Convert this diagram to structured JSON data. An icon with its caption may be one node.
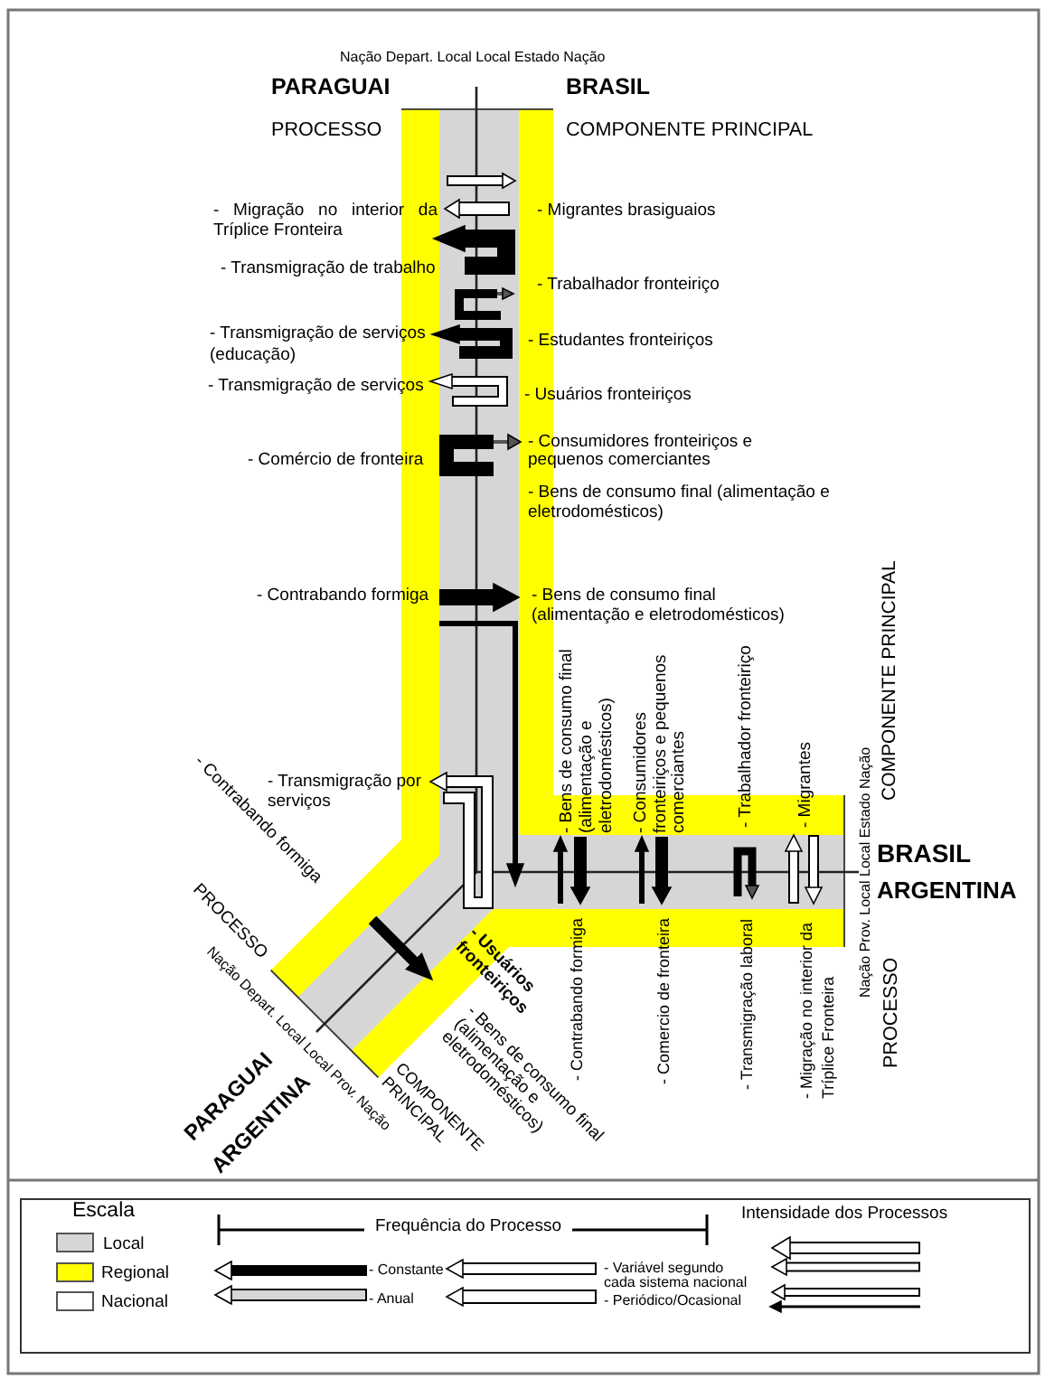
{
  "diagram": {
    "labels": [
      "Nação Depart. Local Local Estado Nação",
      "PARAGUAI",
      "BRASIL",
      "PROCESSO",
      "COMPONENTE PRINCIPAL",
      "- Migração no interior da Tríplice Fronteira",
      "- Migrantes brasiguaios",
      "- Transmigração de trabalho",
      "- Trabalhador fronteiriço",
      "- Transmigração de serviços (educação)",
      "- Estudantes fronteiriços",
      "- Transmigração de serviços",
      "- Usuários fronteiriços",
      "- Comércio de fronteira",
      "- Consumidores fronteiriços e pequenos comerciantes",
      "- Bens de consumo final (alimentação e eletrodomésticos)",
      "- Contrabando formiga",
      "- Bens de consumo final (alimentação e eletrodomésticos)",
      "- Bens de consumo final (alimentação e eletrodomésticos)",
      "- Consumidores fronteiriços e pequenos comerciantes",
      "- Trabalhador fronteiriço",
      "- Migrantes",
      "Nação Prov. Local Local Estado Nação",
      "COMPONENTE PRINCIPAL",
      "- Contrabando formiga",
      "- Transmigração por serviços",
      "BRASIL",
      "ARGENTINA",
      "PROCESSO",
      "- Usuários fronteiriços",
      "- Contrabando formiga",
      "- Comercio de fronteira",
      "- Transmigração laboral",
      "- Migração no interior da Tríplice Fronteira",
      "PROCESSO",
      "Nação Depart. Local Local Prov. Nação",
      "PARAGUAI",
      "ARGENTINA",
      "COMPONENTE PRINCIPAL",
      "- Bens de consumo final (alimentação e eletrodomésticos)",
      "Escala",
      "Frequência do Processo",
      "Intensidade dos Processos"
    ],
    "legend": [
      {
        "text": "Local",
        "color": "#d6d6d6"
      },
      {
        "text": "Regional",
        "color": "#ffff00"
      },
      {
        "text": "Nacional",
        "color": "#ffffff"
      },
      {
        "text": "- Constante"
      },
      {
        "text": "- Anual"
      },
      {
        "text": "- Variável segundo cada sistema nacional"
      },
      {
        "text": "- Periódico/Ocasional"
      }
    ]
  }
}
